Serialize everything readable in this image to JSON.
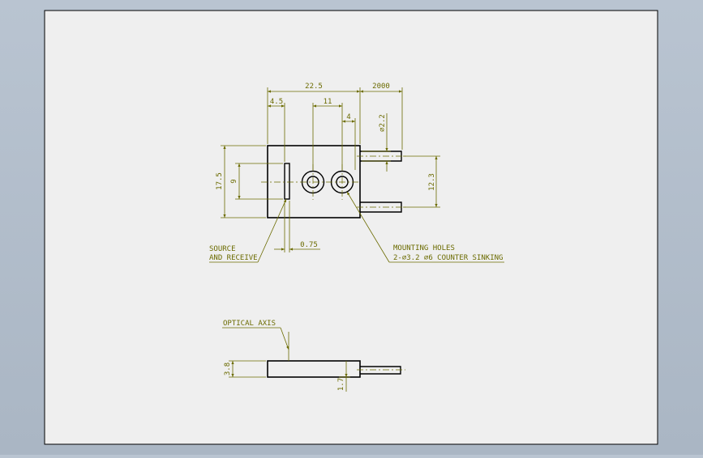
{
  "colors": {
    "viewport_bg": "#b3bfcc",
    "sheet": "#efefef",
    "sheet_border": "#000000",
    "geometry": "#000000",
    "dimension": "#6b6b00",
    "centerline": "#6b6b00"
  },
  "dimensions": {
    "width_total": "22.5",
    "pin_length": "2000",
    "edge_to_window": "4.5",
    "hole_spacing": "11",
    "hole_offset": "4",
    "pin_diameter": "⌀2.2",
    "pin_spacing": "12.3",
    "height_total": "17.5",
    "window_height": "9",
    "window_width": "0.75",
    "side_thickness": "3.8",
    "pin_offset_side": "1.7"
  },
  "callouts": {
    "source_line1": "SOURCE",
    "source_line2": "AND RECEIVE",
    "holes_line1": "MOUNTING HOLES",
    "holes_line2": "2-⌀3.2 ⌀6 COUNTER SINKING",
    "optical_axis": "OPTICAL AXIS"
  }
}
